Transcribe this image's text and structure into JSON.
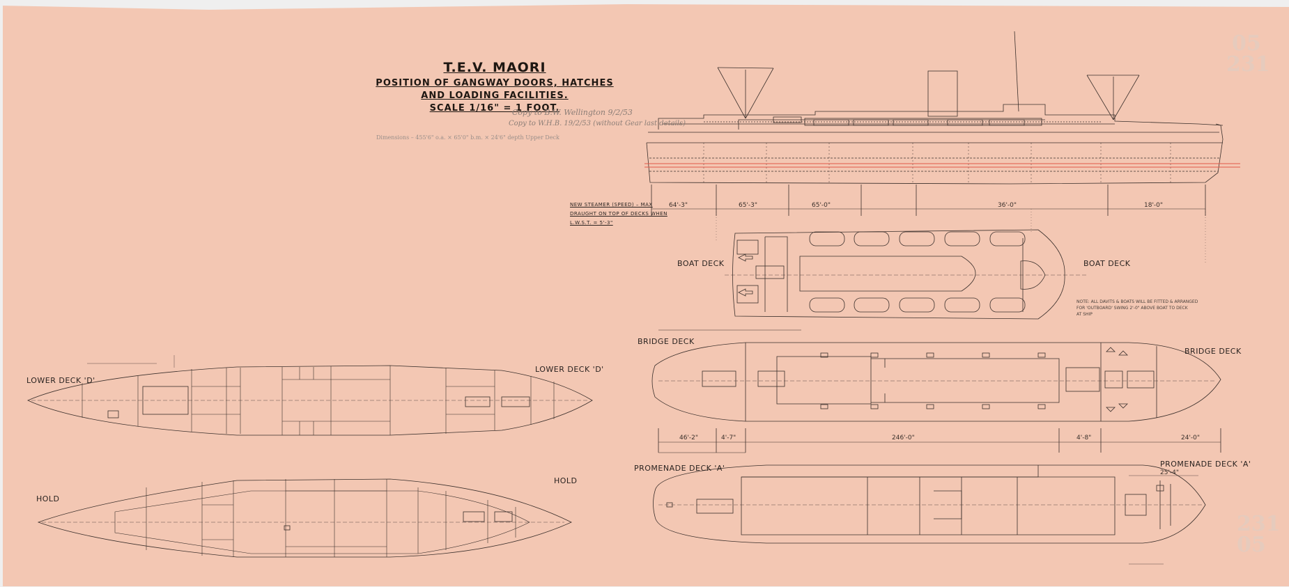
{
  "drawing": {
    "title": "T.E.V. MAORI",
    "subtitle_line1": "POSITION OF GANGWAY DOORS, HATCHES",
    "subtitle_line2": "AND LOADING FACILITIES.",
    "scale": "SCALE 1/16\" = 1 FOOT."
  },
  "notes": {
    "pencil_1": "Copy to B.W. Wellington 9/2/53",
    "pencil_2": "Copy to W.H.B. 19/2/53 (without Gear last details)",
    "dimensions_note": "Dimensions – 455'6\" o.a. × 65'0\" b.m. × 24'6\" depth Upper Deck",
    "new_steamer_note_1": "NEW STEAMER (SPEED) – MAX",
    "new_steamer_note_2": "DRAUGHT ON TOP OF DECKS WHEN",
    "new_steamer_note_3": "L.W.S.T. = 5'-3\"",
    "boat_deck_note_1": "NOTE: ALL DAVITS & BOATS WILL BE FITTED & ARRANGED",
    "boat_deck_note_2": "FOR 'OUTBOARD' SWING 2'-0\" ABOVE BOAT TO DECK",
    "boat_deck_note_3": "AT SHIP"
  },
  "views": {
    "boat_deck_left": "BOAT DECK",
    "boat_deck_right": "BOAT DECK",
    "bridge_deck_left": "BRIDGE DECK",
    "bridge_deck_right": "BRIDGE DECK",
    "lower_deck_left": "LOWER DECK 'D'",
    "lower_deck_right": "LOWER DECK 'D'",
    "hold_left": "HOLD",
    "hold_right": "HOLD",
    "promenade_left": "PROMENADE DECK 'A'",
    "promenade_right": "PROMENADE DECK 'A'"
  },
  "dimensions": {
    "profile": [
      "64'-3\"",
      "65'-3\"",
      "65'-0\"",
      "36'-0\"",
      "18'-0\""
    ],
    "bridge": [
      "46'-2\"",
      "4'-7\"",
      "246'-0\"",
      "4'-8\"",
      "24'-0\""
    ],
    "promenade_top": "25'-4\""
  },
  "stamps": {
    "top_right_1": "05",
    "top_right_2": "231",
    "bottom_right_1": "231",
    "bottom_right_2": "05"
  },
  "colors": {
    "paper": "#f3c7b3",
    "ink": "#3a2f2b",
    "red_line": "#e25a4a",
    "background": "#efefef"
  }
}
